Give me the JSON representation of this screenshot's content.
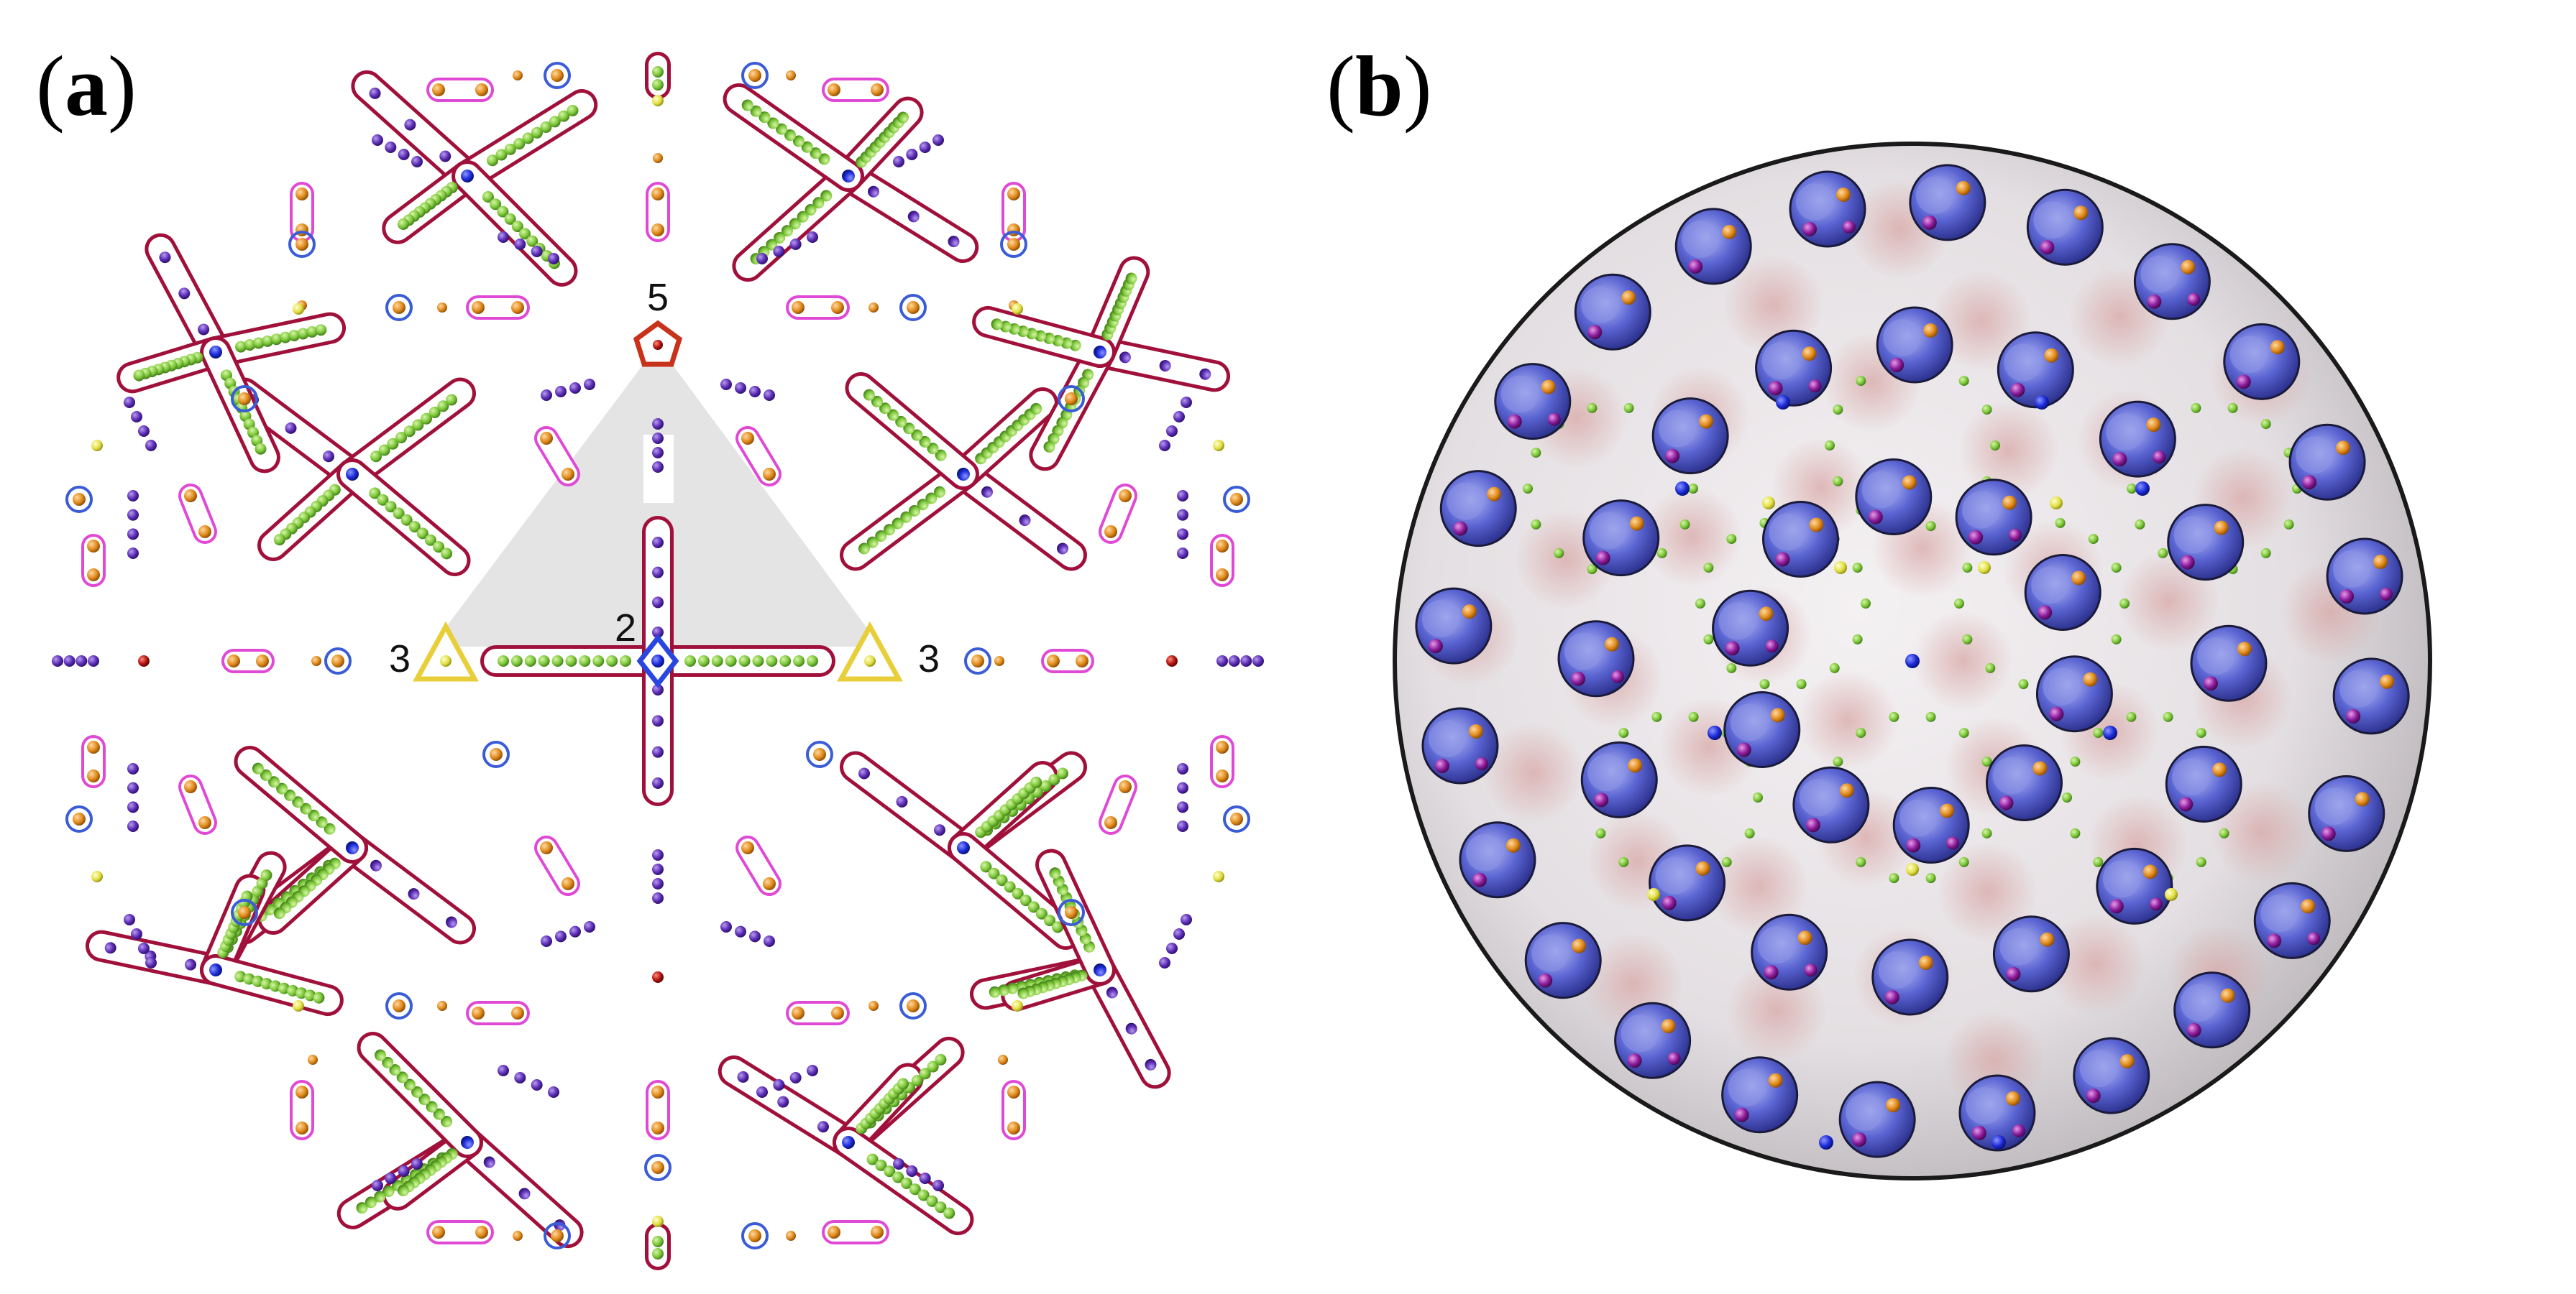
{
  "panel_a": {
    "label_open": "(",
    "label_letter": "a",
    "label_close": ")",
    "symmetry_labels": {
      "fivefold": "5",
      "twofold": "2",
      "threefold_left": "3",
      "threefold_right": "3"
    }
  },
  "panel_b": {
    "label_open": "(",
    "label_letter": "b",
    "label_close": ")"
  },
  "colors": {
    "outline_red": "#a0103a",
    "outline_pink": "#e049d6",
    "green_bead": "#7cc73a",
    "purple_bead": "#5b2bb4",
    "orange_bead": "#e08a1a",
    "blue_bead": "#1b2ad8",
    "yellow_bead": "#e3e043",
    "darkred_bead": "#b0120c",
    "ring_blue": "#3a5cd6",
    "fivefold_marker": "#c8321a",
    "twofold_marker": "#2a46e0",
    "threefold_marker": "#e8cf3a",
    "triangle_fill": "#e4e4e4",
    "capsid_white": "#e9e6e8",
    "capsid_pink": "#d9a7a6",
    "protrusion_blue": "#5a64d2"
  },
  "icons": [
    "pentagon-icon",
    "diamond-icon",
    "triangle-icon"
  ]
}
